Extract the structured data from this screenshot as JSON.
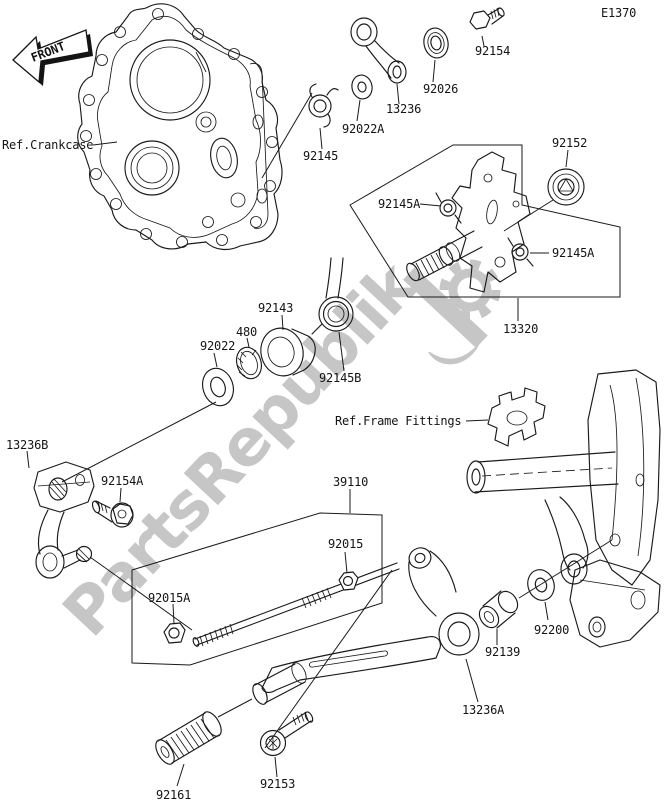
{
  "header": {
    "diagram_code": "E1370"
  },
  "front_marker": {
    "label": "FRONT"
  },
  "watermark": {
    "text": "PartsRepublik",
    "color": "#c6c6c6",
    "logo": "gear-icon"
  },
  "references": [
    {
      "id": "ref-crankcase",
      "text": "Ref.Crankcase"
    },
    {
      "id": "ref-frame-fittings",
      "text": "Ref.Frame Fittings"
    }
  ],
  "part_labels": [
    {
      "text": "92145"
    },
    {
      "text": "92022A"
    },
    {
      "text": "13236"
    },
    {
      "text": "92026"
    },
    {
      "text": "92154"
    },
    {
      "text": "92152"
    },
    {
      "text": "92145A"
    },
    {
      "text": "92145A"
    },
    {
      "text": "13320"
    },
    {
      "text": "92143"
    },
    {
      "text": "480"
    },
    {
      "text": "92022"
    },
    {
      "text": "92145B"
    },
    {
      "text": "13236B"
    },
    {
      "text": "92154A"
    },
    {
      "text": "39110"
    },
    {
      "text": "92015"
    },
    {
      "text": "92015A"
    },
    {
      "text": "92200"
    },
    {
      "text": "92139"
    },
    {
      "text": "13236A"
    },
    {
      "text": "92153"
    },
    {
      "text": "92161"
    }
  ],
  "canvas": {
    "width": "664",
    "height": "800",
    "background": "#ffffff",
    "line_color": "#1a1a1a"
  }
}
